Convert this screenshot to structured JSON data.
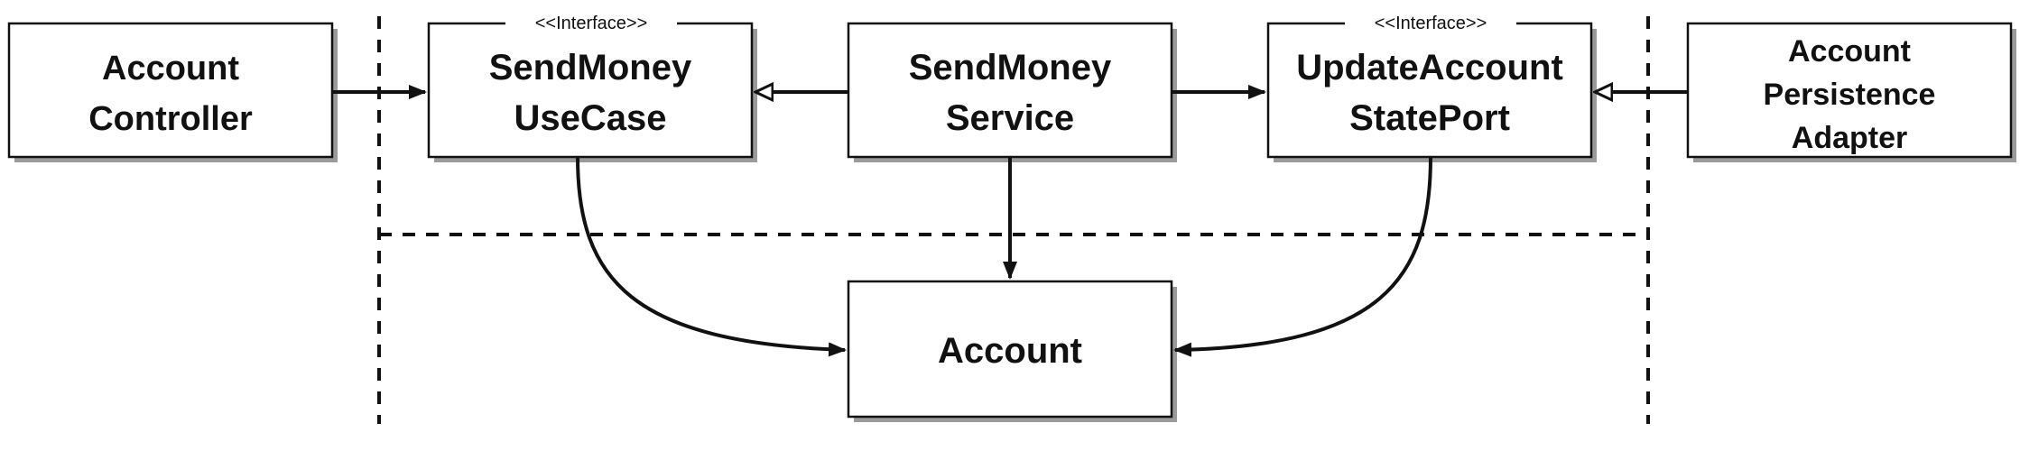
{
  "boxes": {
    "account_controller": {
      "lines": [
        "Account",
        "Controller"
      ]
    },
    "send_money_use_case": {
      "stereotype": "<<Interface>>",
      "lines": [
        "SendMoney",
        "UseCase"
      ]
    },
    "send_money_service": {
      "lines": [
        "SendMoney",
        "Service"
      ]
    },
    "update_account_state_port": {
      "stereotype": "<<Interface>>",
      "lines": [
        "UpdateAccount",
        "StatePort"
      ]
    },
    "account_persistence_adapter": {
      "lines": [
        "Account",
        "Persistence",
        "Adapter"
      ]
    },
    "account": {
      "lines": [
        "Account"
      ]
    }
  },
  "colors": {
    "stroke": "#111111",
    "shadow": "#9a9a9a",
    "fill": "#ffffff"
  }
}
